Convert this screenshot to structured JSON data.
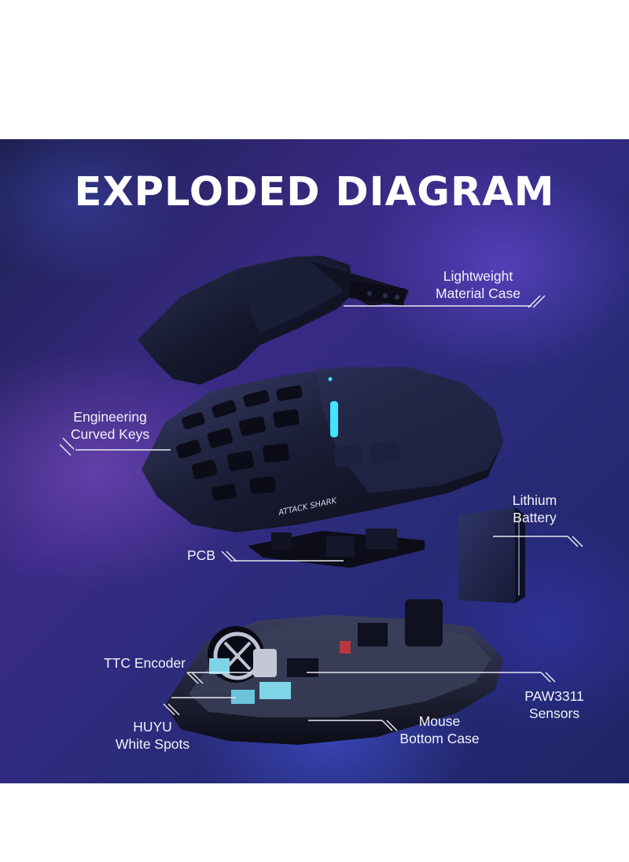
{
  "title": "EXPLODED DIAGRAM",
  "brand_logo_text": "ATTACK SHARK",
  "callouts": [
    {
      "id": "case",
      "lines": [
        "Lightweight",
        "Material Case"
      ]
    },
    {
      "id": "keys",
      "lines": [
        "Engineering",
        "Curved Keys"
      ]
    },
    {
      "id": "battery",
      "lines": [
        "Lithium",
        "Battery"
      ]
    },
    {
      "id": "pcb",
      "lines": [
        "PCB"
      ]
    },
    {
      "id": "encoder",
      "lines": [
        "TTC Encoder"
      ]
    },
    {
      "id": "sensor",
      "lines": [
        "PAW3311",
        "Sensors"
      ]
    },
    {
      "id": "spots",
      "lines": [
        "HUYU",
        "White Spots"
      ]
    },
    {
      "id": "bottom",
      "lines": [
        "Mouse",
        "Bottom Case"
      ]
    }
  ],
  "colors": {
    "accent_cyan": "#3fe4ff",
    "leader_line": "#e8e8f0",
    "part_cyan": "#7fd4e6"
  }
}
